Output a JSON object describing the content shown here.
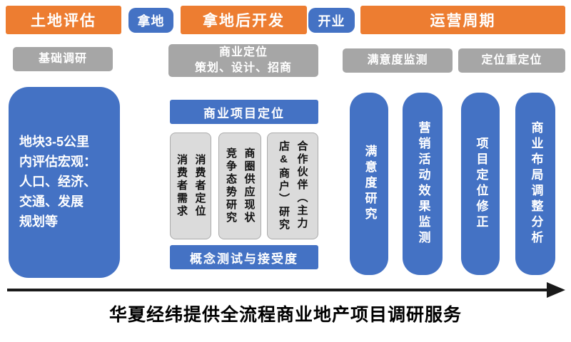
{
  "timeline": {
    "stage_land": "土地评估",
    "milestone_acquire": "拿地",
    "stage_development": "拿地后开发",
    "milestone_opening": "开业",
    "stage_operation": "运营周期"
  },
  "subheaders": {
    "basic_research": "基础调研",
    "positioning_line1": "商业定位",
    "positioning_line2": "策划、设计、招商",
    "satisfaction_monitoring": "满意度监测",
    "repositioning": "定位重定位"
  },
  "land_stage": {
    "macro_evaluation": "地块3-5公里\n内评估宏观：\n人口、经济、\n交通、发展\n规划等"
  },
  "development_stage": {
    "project_positioning": "商业项目定位",
    "research_items": [
      {
        "label": "消费者定位\n消费者需求"
      },
      {
        "label": "商圈供应现状\n竞争态势研究"
      },
      {
        "label": "合作伙伴（主力\n店&商户）研究"
      }
    ],
    "concept_testing": "概念测试与接受度"
  },
  "operation_stage": {
    "columns": [
      {
        "label": "满意度研究"
      },
      {
        "label": "营销活动效果监测"
      },
      {
        "label": "项目定位修正"
      },
      {
        "label": "商业布局调整分析"
      }
    ]
  },
  "footer": {
    "title": "华夏经纬提供全流程商业地产项目调研服务"
  },
  "colors": {
    "stage_orange": "#ED7D31",
    "milestone_blue": "#4472C4",
    "node_blue": "#4472C4",
    "header_gray": "#A6A6A6",
    "item_gray": "#DBDBDB"
  }
}
